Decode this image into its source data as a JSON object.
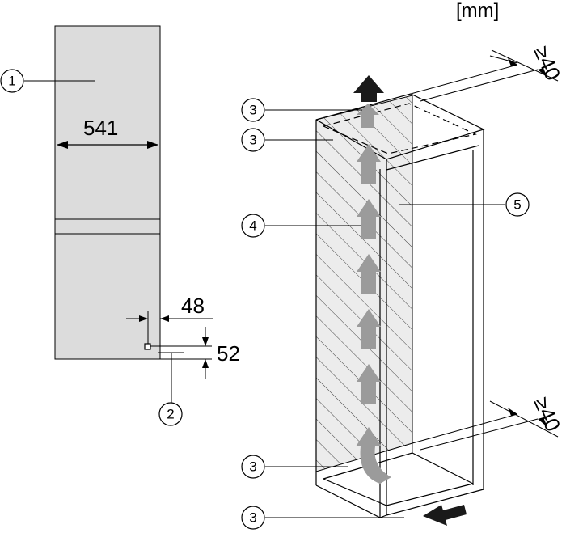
{
  "unit_label": "[mm]",
  "dimensions": {
    "width": "541",
    "offset_x": "48",
    "offset_y": "52",
    "gap_top": "≥40",
    "gap_bottom": "≥40"
  },
  "callouts": {
    "c1": "1",
    "c2": "2",
    "c3a": "3",
    "c3b": "3",
    "c3c": "3",
    "c3d": "3",
    "c4": "4",
    "c5": "5"
  },
  "colors": {
    "panel": "#dcdcdc",
    "arrow": "#9b9b9b",
    "arrow_dark": "#1a1a1a",
    "line": "#000000"
  }
}
